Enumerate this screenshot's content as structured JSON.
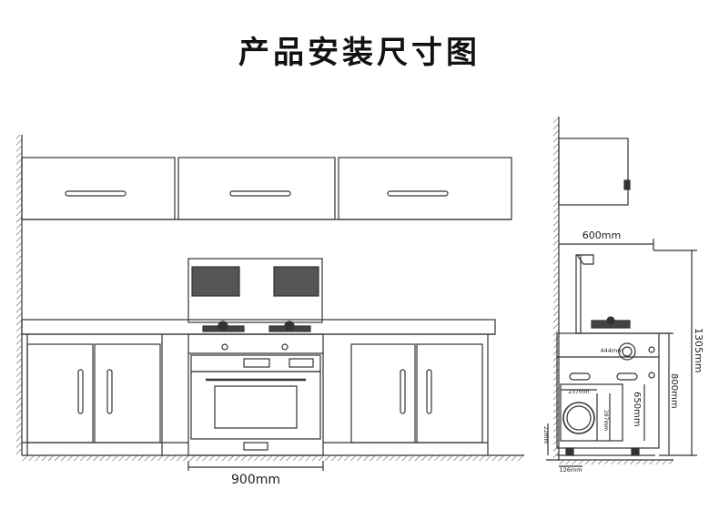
{
  "title": "产品安装尺寸图",
  "dims": {
    "front_width": "900mm",
    "side_depth": "600mm",
    "total_height": "1305mm",
    "counter_height": "800mm",
    "oven_height": "650mm",
    "cabinet_width": "444mm",
    "oven_opening_w": "237mm",
    "oven_opening_h": "287mm",
    "foot_height": "22mm",
    "foot_depth": "126mm"
  },
  "colors": {
    "line": "#333333",
    "fill_dark": "#555555",
    "background": "#ffffff"
  }
}
